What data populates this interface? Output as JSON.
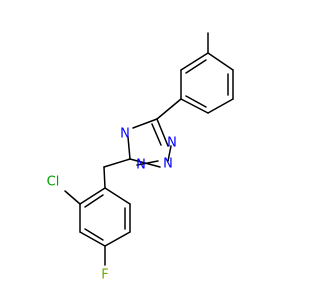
{
  "molecule": {
    "atoms": {
      "n1": "N",
      "n2": "N",
      "n3": "N",
      "n4": "N",
      "cl": "Cl",
      "f": "F"
    }
  },
  "colors": {
    "bond": "#000000",
    "nitrogen": "#0000ff",
    "chlorine": "#00a000",
    "fluorine": "#70a800"
  }
}
